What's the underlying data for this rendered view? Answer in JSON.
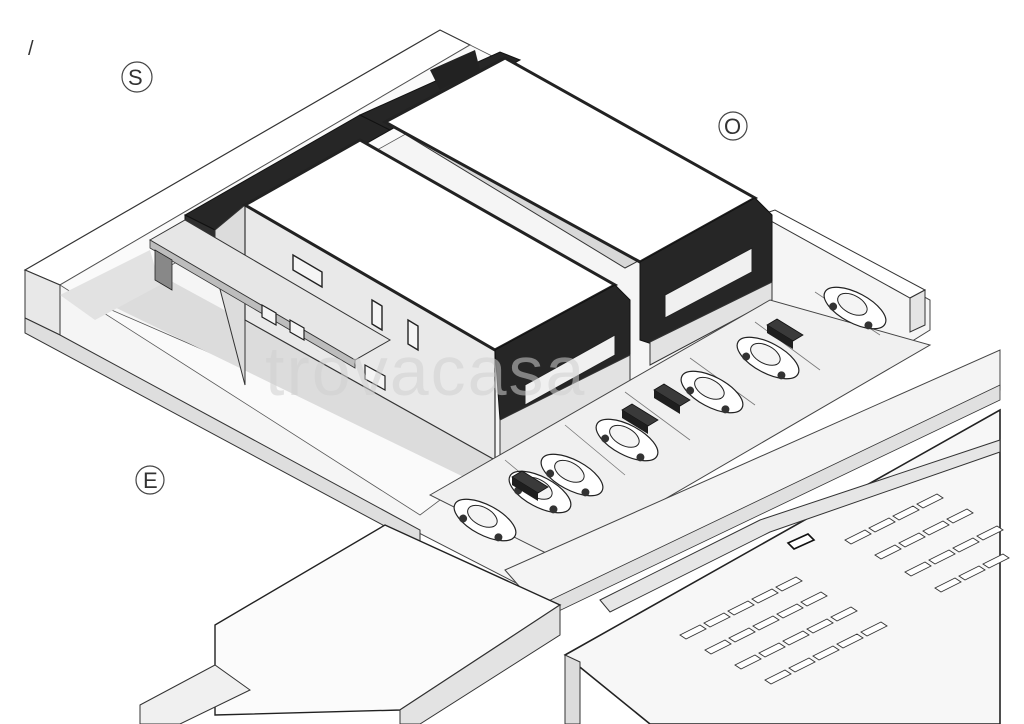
{
  "page_mark": "/",
  "compass": {
    "south": "S",
    "west": "O",
    "east": "E"
  },
  "watermark": "trovacasa",
  "colors": {
    "ink": "#222222",
    "roof": "#ffffff",
    "wall": "#e6e6e6",
    "wall_shade": "#d2d2d2",
    "dark_band": "#262626",
    "ground": "#f3f3f3",
    "shadow": "#dadada",
    "paving": "#eeeeee"
  },
  "cars": 7,
  "planters": 4
}
